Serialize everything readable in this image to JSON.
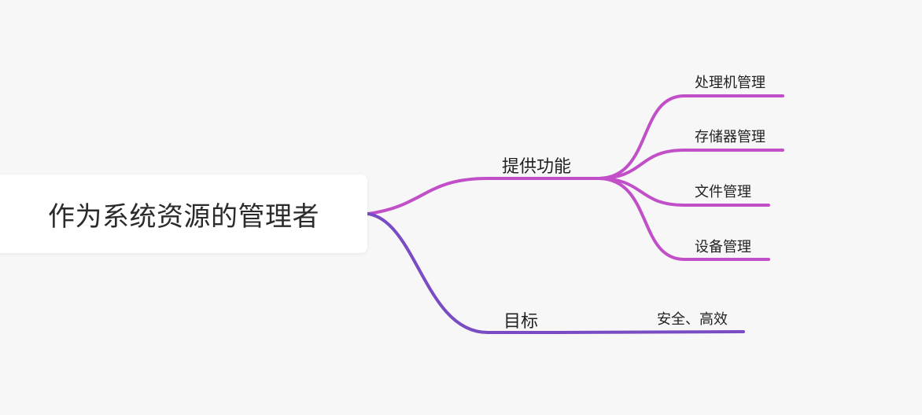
{
  "root": {
    "label": "作为系统资源的管理者"
  },
  "branches": [
    {
      "label": "提供功能",
      "color": "#c04fc8",
      "children": [
        {
          "label": "处理机管理"
        },
        {
          "label": "存储器管理"
        },
        {
          "label": "文件管理"
        },
        {
          "label": "设备管理"
        }
      ]
    },
    {
      "label": "目标",
      "color": "#7a4cc4",
      "children": [
        {
          "label": "安全、高效"
        }
      ]
    }
  ]
}
